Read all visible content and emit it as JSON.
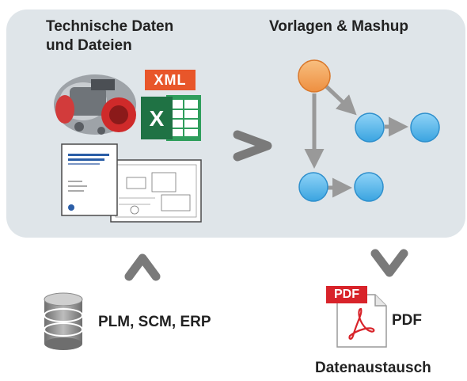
{
  "left_panel_title": "Technische Daten\nund Dateien",
  "right_panel_title": "Vorlagen & Mashup",
  "xml_badge": "XML",
  "pdf_badge": "PDF",
  "source_label": "PLM, SCM, ERP",
  "pdf_label": "PDF",
  "exchange_label": "Datenaustausch",
  "icons": [
    "engine-image",
    "xml-icon",
    "excel-icon",
    "document-icon",
    "drawing-icon",
    "database-icon",
    "pdf-icon"
  ],
  "colors": {
    "panel": "#dfe5e9",
    "node_orange": "#f4a460",
    "node_blue": "#5bb7ea",
    "arrow_gray": "#999999",
    "chevron_gray": "#7a7a7a",
    "excel_green": "#1f7244",
    "xml_orange": "#e8562a",
    "pdf_red": "#d8232a"
  }
}
